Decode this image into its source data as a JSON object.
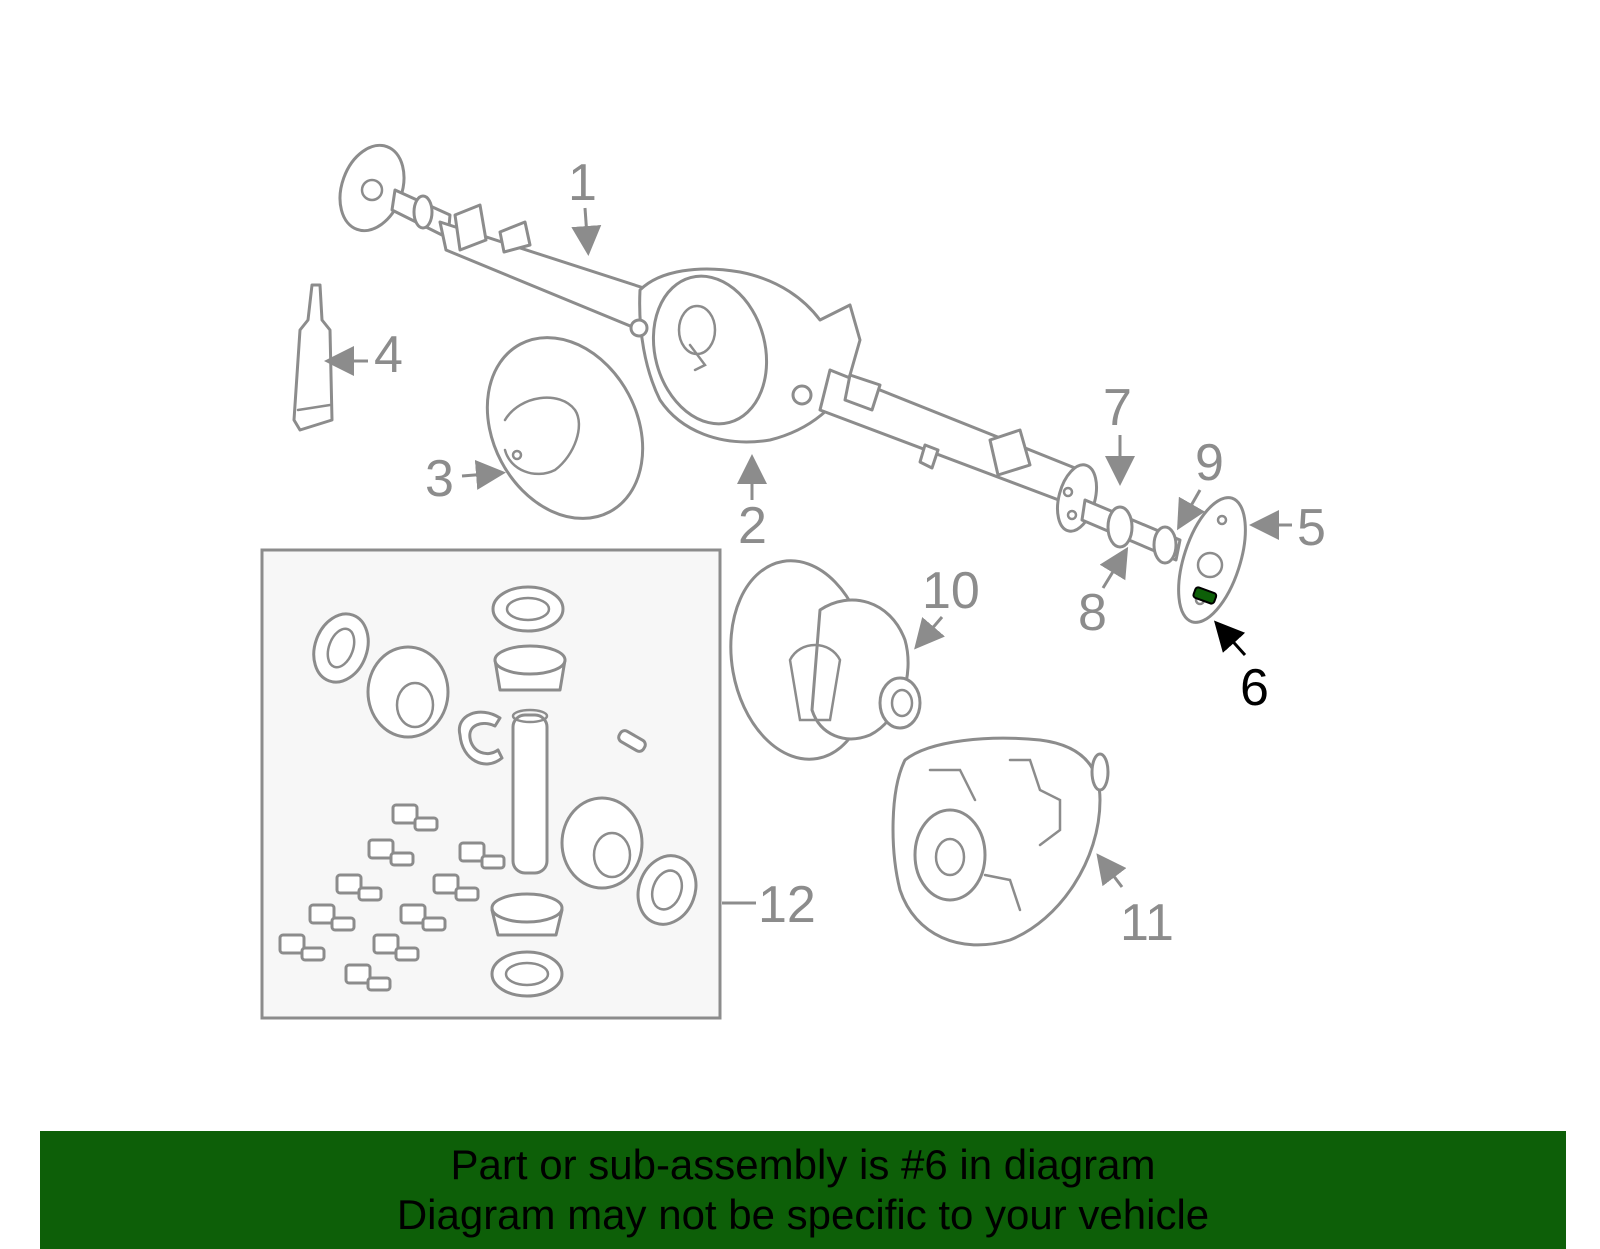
{
  "diagram": {
    "highlight_part": "6",
    "highlight_color": "#0d5f08",
    "line_color": "#8c8c8c",
    "callouts": {
      "c1": "1",
      "c2": "2",
      "c3": "3",
      "c4": "4",
      "c5": "5",
      "c6": "6",
      "c7": "7",
      "c8": "8",
      "c9": "9",
      "c10": "10",
      "c11": "11",
      "c12": "12"
    }
  },
  "banner": {
    "line1": "Part or sub-assembly is #6 in diagram",
    "line2": "Diagram may not be specific to your vehicle",
    "background": "#0d5f08"
  }
}
